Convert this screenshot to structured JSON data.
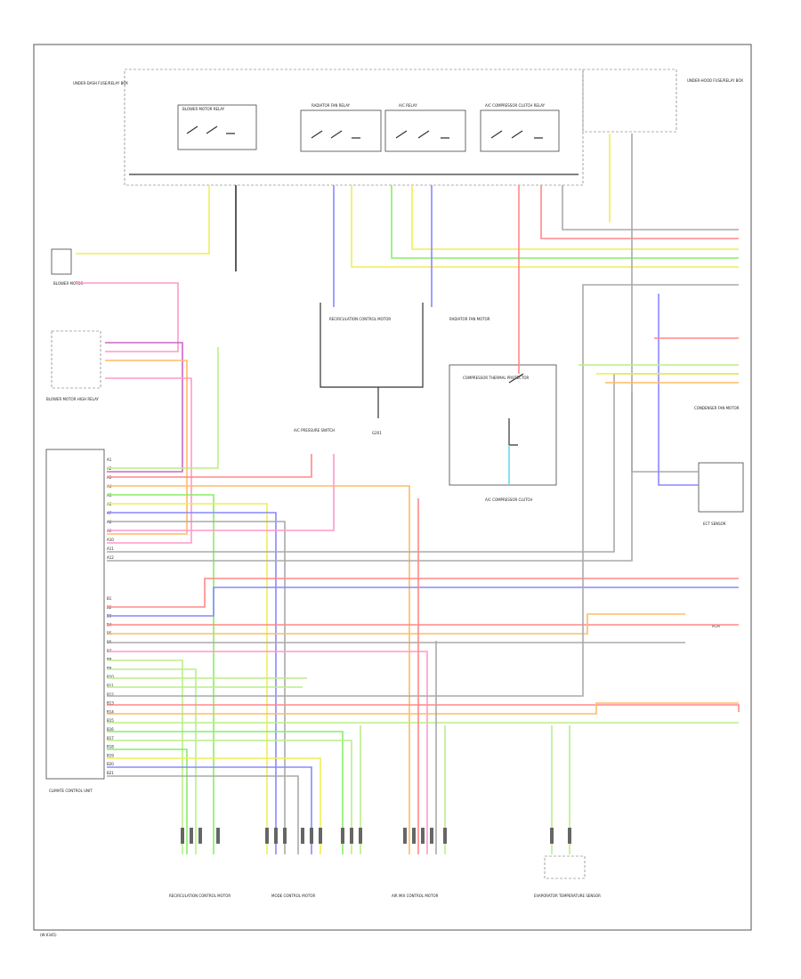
{
  "footer": {
    "code": "(W-0345)"
  },
  "fuse_block": {
    "label_left": "UNDER-DASH FUSE/RELAY BOX",
    "label_right": "UNDER-HOOD FUSE/RELAY BOX",
    "relays": [
      {
        "label": "BLOWER MOTOR RELAY"
      },
      {
        "label": "RADIATOR FAN RELAY"
      },
      {
        "label": "A/C RELAY"
      },
      {
        "label": "A/C COMPRESSOR CLUTCH RELAY"
      }
    ]
  },
  "components": {
    "blower_motor": "BLOWER MOTOR",
    "blower_resistor": "BLOWER MOTOR HIGH RELAY",
    "recirc": "RECIRCULATION CONTROL MOTOR",
    "radiator_fan": "RADIATOR FAN MOTOR",
    "condenser_fan": "CONDENSER FAN MOTOR",
    "clutch": "A/C COMPRESSOR CLUTCH",
    "climate_unit": "CLIMATE CONTROL UNIT",
    "ground": "G201",
    "pressure_switch": "A/C PRESSURE SWITCH",
    "compressor_box": "COMPRESSOR THERMAL PROTECTOR",
    "ect": "ECT SENSOR",
    "pcm": "PCM",
    "bottom_1": "RECIRCULATION CONTROL MOTOR",
    "bottom_2": "MODE CONTROL MOTOR",
    "bottom_3": "AIR MIX CONTROL MOTOR",
    "bottom_4": "EVAPORATOR TEMPERATURE SENSOR"
  },
  "pin_rows": [
    "A1",
    "A2",
    "A3",
    "A4",
    "A5",
    "A6",
    "A7",
    "A8",
    "A9",
    "A10",
    "A11",
    "A12",
    "B1",
    "B2",
    "B3",
    "B4",
    "B5",
    "B6",
    "B7",
    "B8",
    "B9",
    "B10",
    "B11",
    "B12",
    "B13",
    "B14",
    "B15",
    "B16",
    "B17",
    "B18",
    "B19",
    "B20",
    "B21"
  ],
  "wire_colors": {
    "yel": "#eeee55",
    "red": "#ff8888",
    "blu": "#8888ff",
    "grn": "#88ee66",
    "org": "#ffbb66",
    "pnk": "#ff99cc",
    "pur": "#cc66cc",
    "gry": "#aaaaaa",
    "ltgrn": "#bbee88",
    "cyan": "#66ddee",
    "blk": "#333333"
  }
}
